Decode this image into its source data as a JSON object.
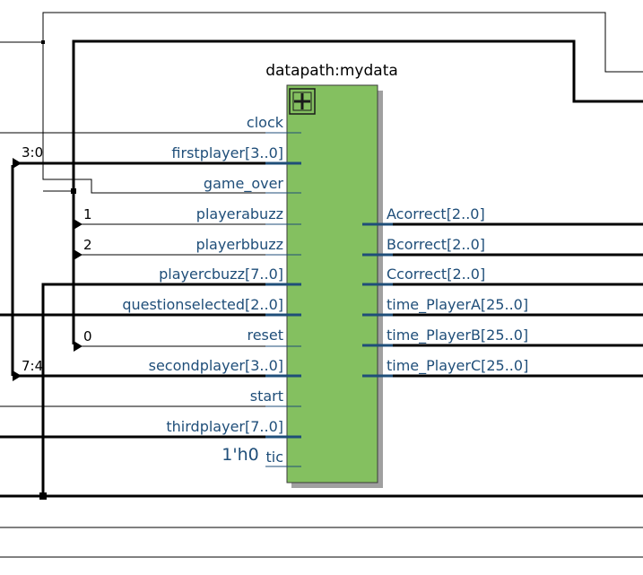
{
  "block": {
    "title": "datapath:mydata",
    "expand_icon": "plus-box-icon"
  },
  "inputs": [
    {
      "name": "clock"
    },
    {
      "name": "firstplayer[3..0]"
    },
    {
      "name": "game_over"
    },
    {
      "name": "playerabuzz"
    },
    {
      "name": "playerbbuzz"
    },
    {
      "name": "playercbuzz[7..0]"
    },
    {
      "name": "questionselected[2..0]"
    },
    {
      "name": "reset"
    },
    {
      "name": "secondplayer[3..0]"
    },
    {
      "name": "start"
    },
    {
      "name": "thirdplayer[7..0]"
    },
    {
      "name": "tic"
    }
  ],
  "outputs": [
    {
      "name": "Acorrect[2..0]"
    },
    {
      "name": "Bcorrect[2..0]"
    },
    {
      "name": "Ccorrect[2..0]"
    },
    {
      "name": "time_PlayerA[25..0]"
    },
    {
      "name": "time_PlayerB[25..0]"
    },
    {
      "name": "time_PlayerC[25..0]"
    }
  ],
  "bus_labels": {
    "firstplayer": "3:0",
    "playerabuzz": "1",
    "playerbbuzz": "2",
    "reset": "0",
    "secondplayer": "7:4"
  },
  "constant": "1'h0",
  "colors": {
    "block_fill": "#84c060",
    "block_shadow": "#a0a0a0",
    "port_text": "#1f4e79",
    "bus_line": "#1f4e79",
    "wire": "#000000"
  }
}
